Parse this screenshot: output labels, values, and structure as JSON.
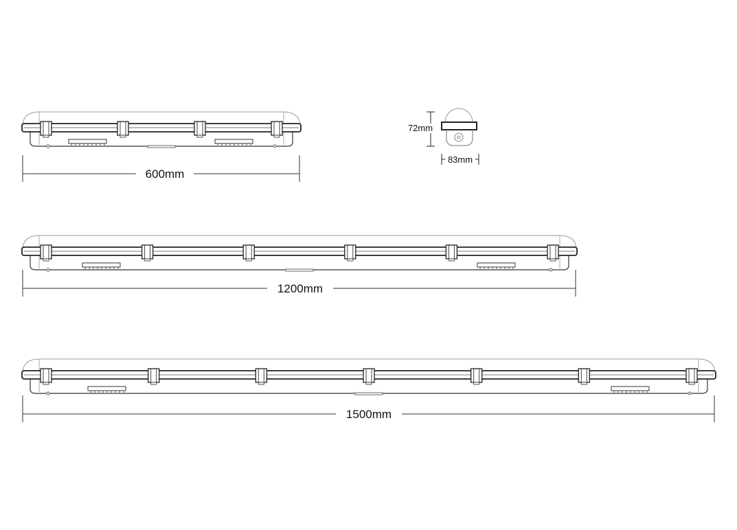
{
  "drawing": {
    "fixtures": [
      {
        "length_label": "600mm",
        "clip_count": 4
      },
      {
        "length_label": "1200mm",
        "clip_count": 6
      },
      {
        "length_label": "1500mm",
        "clip_count": 7
      }
    ],
    "end_view": {
      "height_label": "72mm",
      "width_label": "83mm"
    }
  }
}
